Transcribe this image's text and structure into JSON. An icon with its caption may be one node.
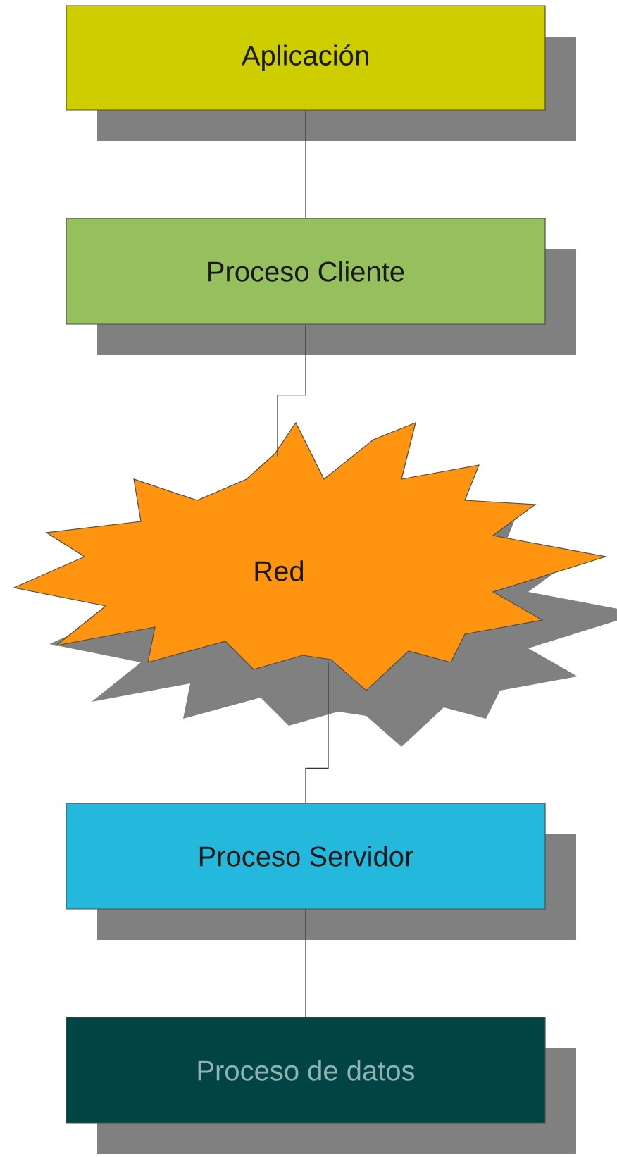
{
  "diagram": {
    "nodes": [
      {
        "text": [
          "Aplicación"
        ]
      },
      {
        "text": [
          "Proceso Cliente"
        ]
      },
      {
        "text": [
          "Red"
        ]
      },
      {
        "text": [
          "Proceso Servidor"
        ]
      },
      {
        "text": [
          "Proceso de datos"
        ]
      }
    ],
    "edges": [
      {
        "from": 0,
        "to": 1,
        "arrow": "none"
      },
      {
        "from": 1,
        "to": 2,
        "arrow": "none"
      },
      {
        "from": 2,
        "to": 3,
        "arrow": "none"
      },
      {
        "from": 3,
        "to": 4,
        "arrow": "none"
      }
    ]
  }
}
